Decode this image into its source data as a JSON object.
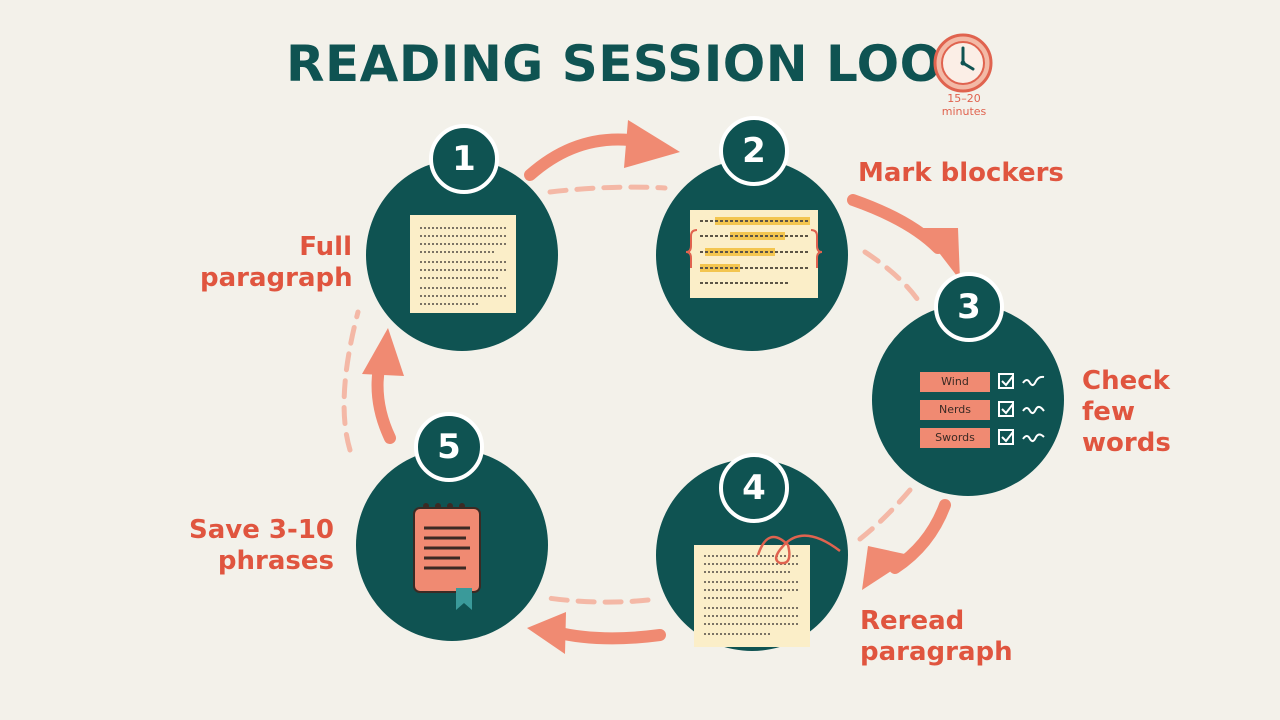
{
  "title": "READING SESSION LOOP",
  "duration": "15–20 minutes",
  "colors": {
    "teal": "#0f5352",
    "coral": "#f08a72",
    "label": "#e0553f",
    "background": "#f3f1ea"
  },
  "steps": [
    {
      "number": "1",
      "label": "Full\nparagraph",
      "icon": "document-icon"
    },
    {
      "number": "2",
      "label": "Mark blockers",
      "icon": "highlighted-text-icon"
    },
    {
      "number": "3",
      "label": "Check\nfew\nwords",
      "icon": "word-checklist-icon",
      "words": [
        "Wind",
        "Nerds",
        "Swords"
      ]
    },
    {
      "number": "4",
      "label": "Reread\nparagraph",
      "icon": "annotated-document-icon"
    },
    {
      "number": "5",
      "label": "Save 3-10\nphrases",
      "icon": "notepad-bookmark-icon"
    }
  ]
}
